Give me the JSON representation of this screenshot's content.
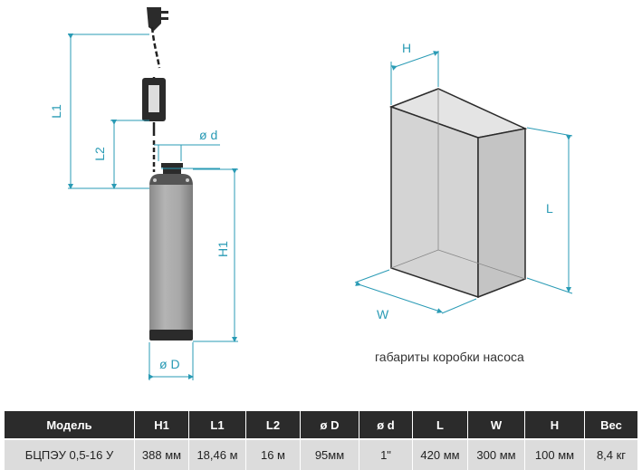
{
  "labels": {
    "l1": "L1",
    "l2": "L2",
    "d_small": "ø d",
    "h1": "H1",
    "d_big": "ø D",
    "box_h": "H",
    "box_l": "L",
    "box_w": "W",
    "box_caption": "габариты коробки насоса"
  },
  "colors": {
    "dimension": "#2a9bb5",
    "pump_body": "#9a9a9a",
    "header_bg": "#2b2b2b",
    "row_bg": "#dcdcdc"
  },
  "table": {
    "headers": [
      "Модель",
      "H1",
      "L1",
      "L2",
      "ø D",
      "ø d",
      "L",
      "W",
      "H",
      "Вес"
    ],
    "rows": [
      [
        "БЦПЭУ 0,5-16 У",
        "388 мм",
        "18,46 м",
        "16 м",
        "95мм",
        "1\"",
        "420 мм",
        "300 мм",
        "100 мм",
        "8,4 кг"
      ]
    ]
  }
}
